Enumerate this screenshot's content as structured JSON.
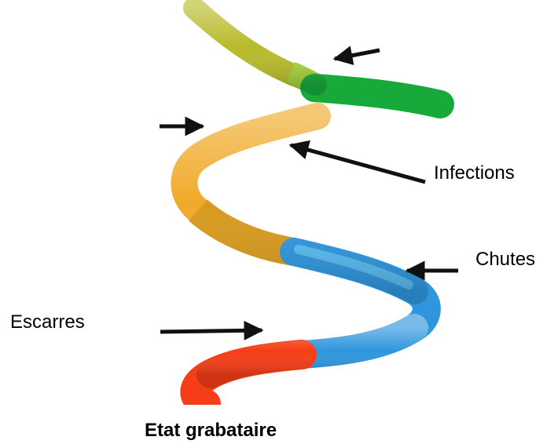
{
  "diagram": {
    "labels": {
      "infections": "Infections",
      "chutes": "Chutes",
      "escarres": "Escarres",
      "title": "Etat grabataire"
    },
    "colors": {
      "olive": "#b8bb2b",
      "yellow_green": "#a7d23e",
      "green": "#18a93b",
      "orange": "#f0aa2a",
      "amber": "#d79a1f",
      "blue": "#2f96dd",
      "light_blue": "#63c3f4",
      "red": "#f53e17",
      "arrow": "#111111"
    },
    "arrows": [
      {
        "name": "top-arrow",
        "direction": "left"
      },
      {
        "name": "left-arrow",
        "direction": "right"
      },
      {
        "name": "infections-arrow",
        "direction": "up-left"
      },
      {
        "name": "chutes-arrow",
        "direction": "left"
      },
      {
        "name": "escarres-arrow",
        "direction": "right"
      }
    ]
  }
}
